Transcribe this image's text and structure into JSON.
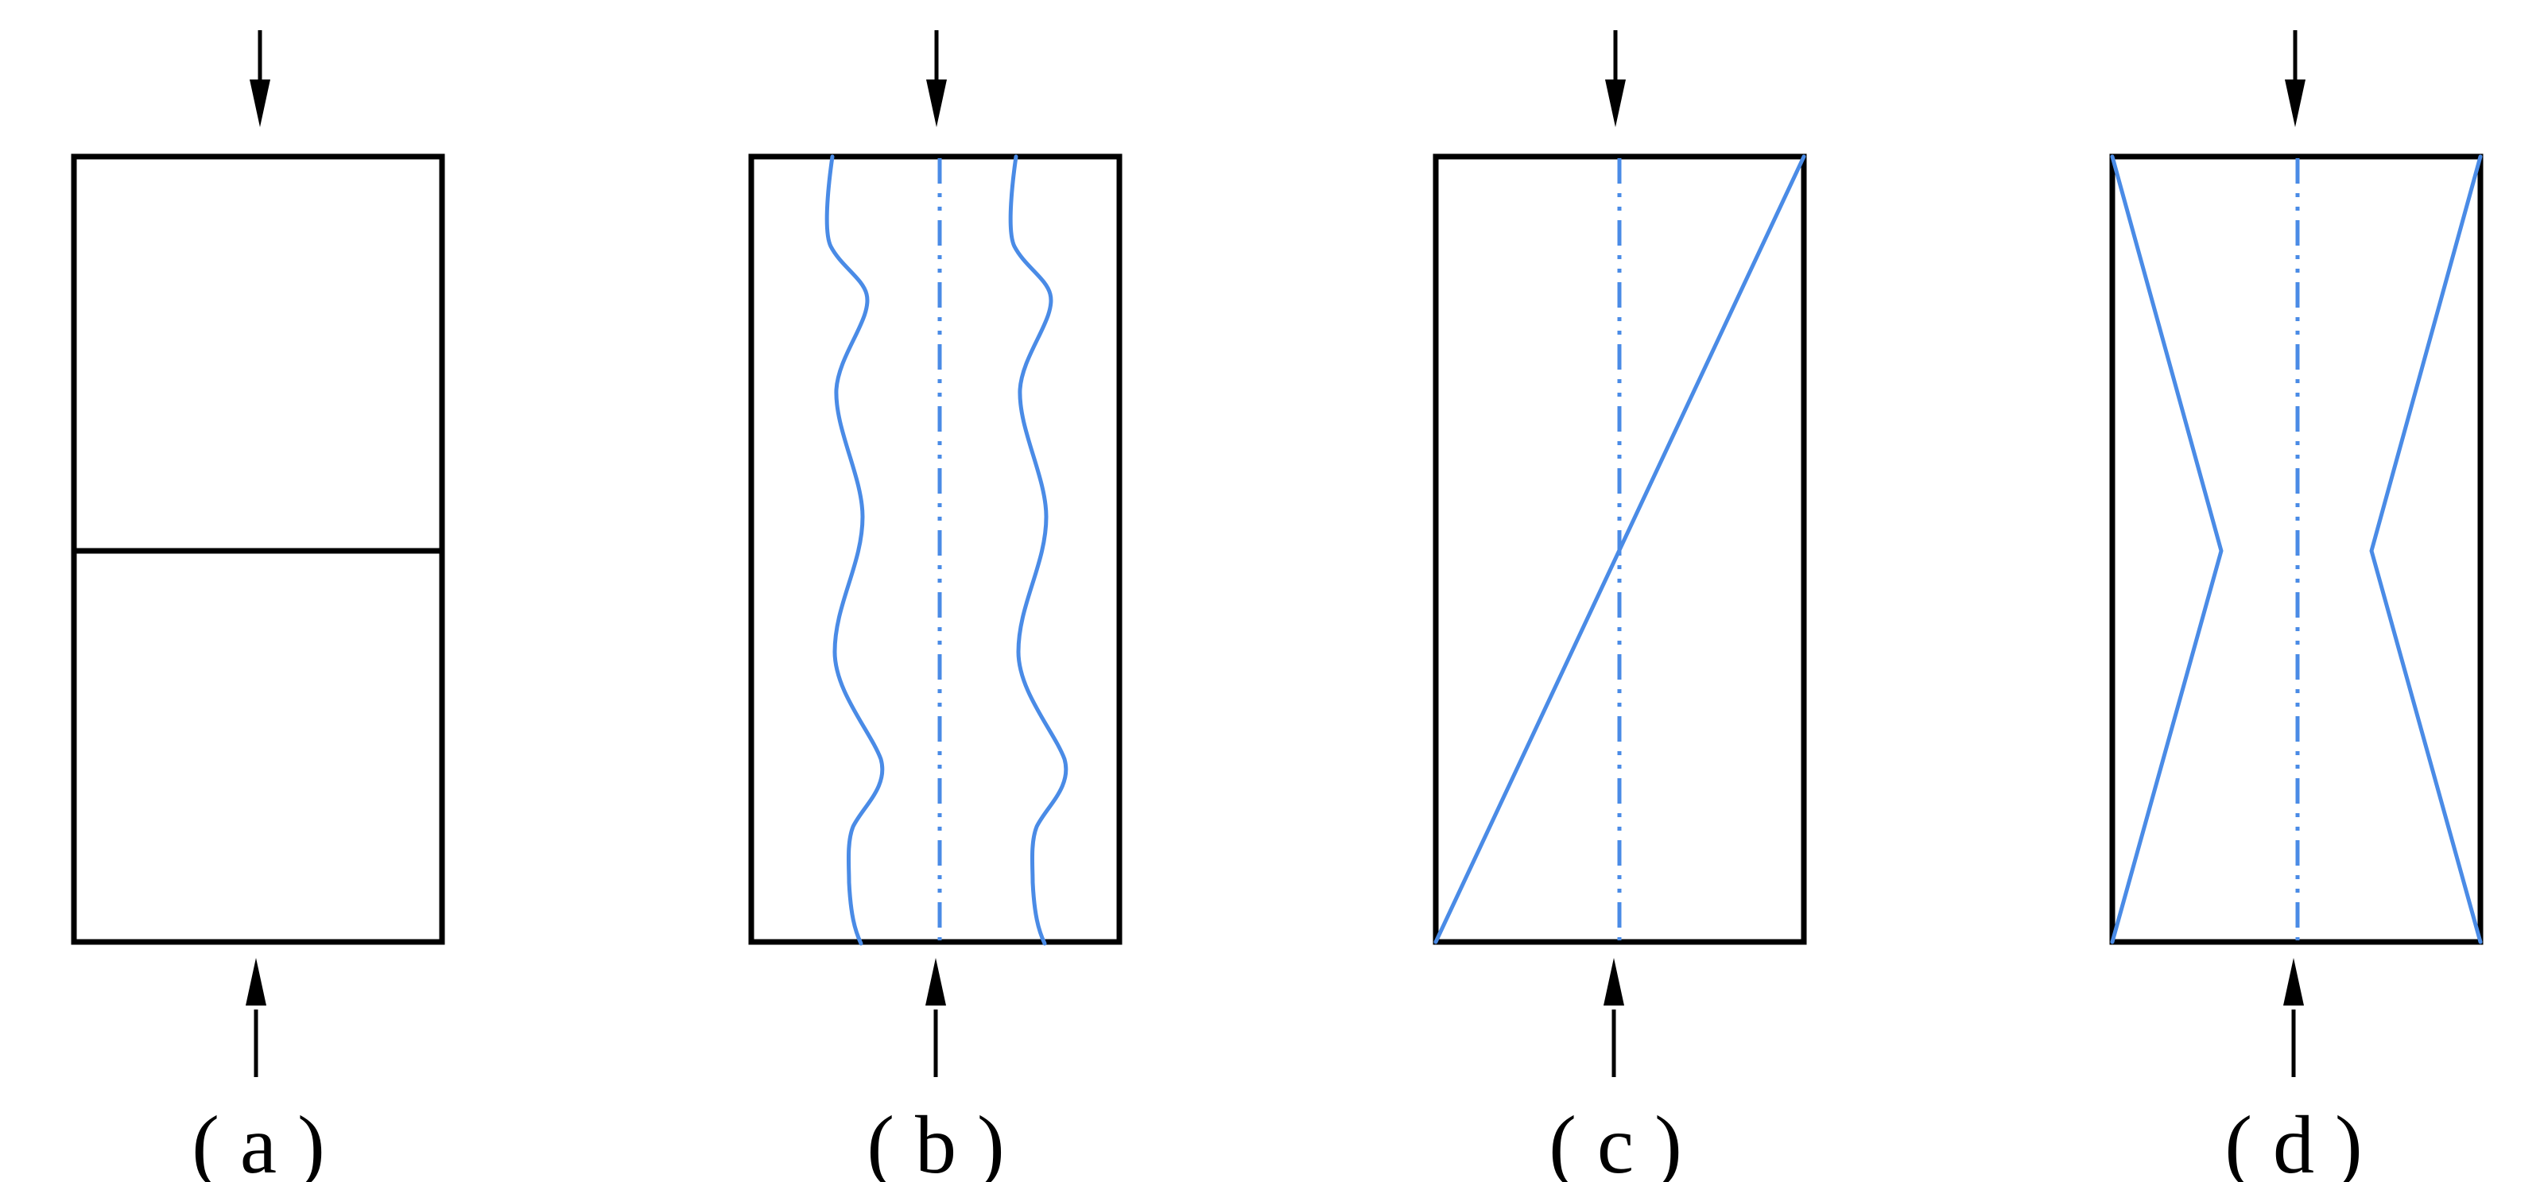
{
  "colors": {
    "outline": "#000000",
    "fracture": "#4a8be6",
    "background": "#ffffff"
  },
  "panels": [
    {
      "id": "a",
      "caption": "( a )",
      "pattern": "horizontal-split"
    },
    {
      "id": "b",
      "caption": "( b )",
      "pattern": "wavy-vertical-cracks"
    },
    {
      "id": "c",
      "caption": "( c )",
      "pattern": "diagonal-shear"
    },
    {
      "id": "d",
      "caption": "( d )",
      "pattern": "double-cone"
    }
  ]
}
